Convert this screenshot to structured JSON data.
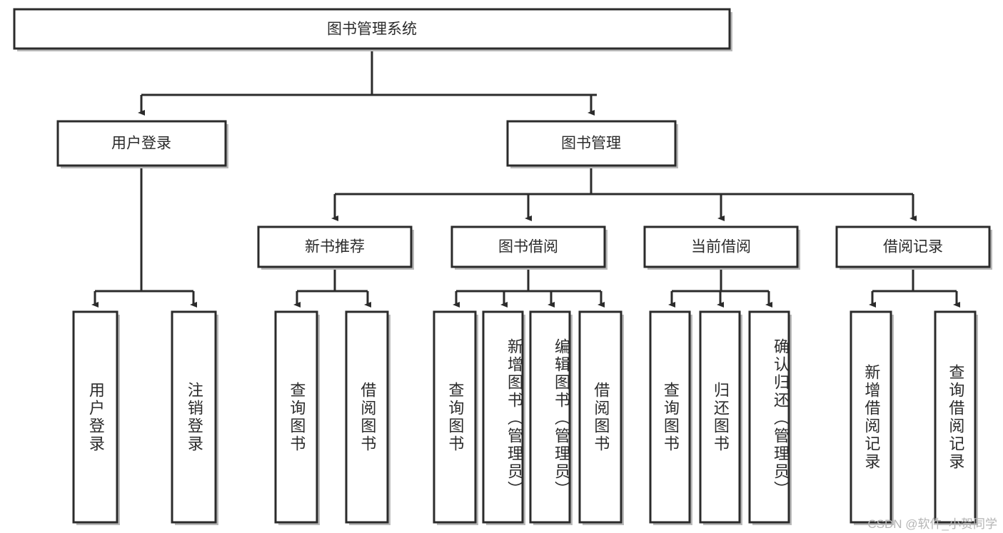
{
  "diagram": {
    "type": "tree",
    "root": {
      "id": "root",
      "label": "图书管理系统"
    },
    "level2": [
      {
        "id": "user-login",
        "label": "用户登录"
      },
      {
        "id": "book-manage",
        "label": "图书管理"
      }
    ],
    "level3": [
      {
        "id": "new-book-recommend",
        "label": "新书推荐"
      },
      {
        "id": "book-borrow",
        "label": "图书借阅"
      },
      {
        "id": "current-borrow",
        "label": "当前借阅"
      },
      {
        "id": "borrow-record",
        "label": "借阅记录"
      }
    ],
    "leaves": [
      {
        "id": "leaf-user-login",
        "parent": "user-login",
        "label": "用户登录"
      },
      {
        "id": "leaf-logout-login",
        "parent": "user-login",
        "label": "注销登录"
      },
      {
        "id": "leaf-query-book-1",
        "parent": "new-book-recommend",
        "label": "查询图书"
      },
      {
        "id": "leaf-borrow-book-1",
        "parent": "new-book-recommend",
        "label": "借阅图书"
      },
      {
        "id": "leaf-query-book-2",
        "parent": "book-borrow",
        "label": "查询图书"
      },
      {
        "id": "leaf-add-book",
        "parent": "book-borrow",
        "label": "新增图书（管理员）"
      },
      {
        "id": "leaf-edit-book",
        "parent": "book-borrow",
        "label": "编辑图书（管理员）"
      },
      {
        "id": "leaf-borrow-book-2",
        "parent": "book-borrow",
        "label": "借阅图书"
      },
      {
        "id": "leaf-query-book-3",
        "parent": "current-borrow",
        "label": "查询图书"
      },
      {
        "id": "leaf-return-book",
        "parent": "current-borrow",
        "label": "归还图书"
      },
      {
        "id": "leaf-confirm-return",
        "parent": "current-borrow",
        "label": "确认归还（管理员）"
      },
      {
        "id": "leaf-add-record",
        "parent": "borrow-record",
        "label": "新增借阅记录"
      },
      {
        "id": "leaf-query-record",
        "parent": "borrow-record",
        "label": "查询借阅记录"
      }
    ]
  },
  "watermark": {
    "text": "CSDN @软件_小贺同学"
  },
  "colors": {
    "stroke": "#2b2b2b",
    "fill": "#ffffff",
    "text": "#2b2b2b",
    "watermark": "#b5b5b5",
    "background": "#ffffff"
  }
}
